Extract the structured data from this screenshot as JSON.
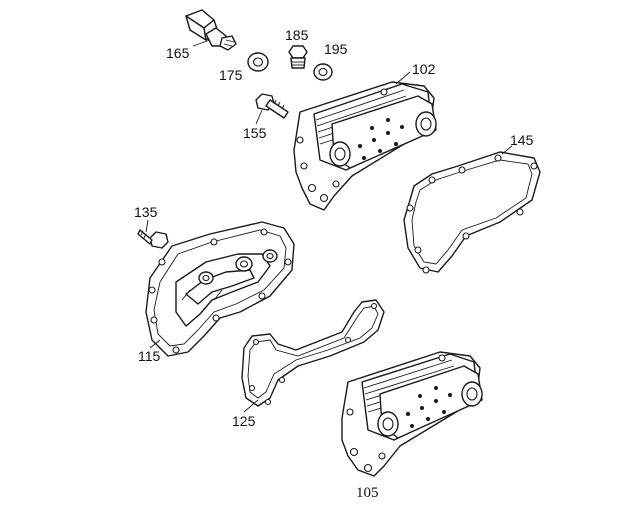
{
  "diagram": {
    "callouts": [
      {
        "id": "165",
        "label": "165"
      },
      {
        "id": "175",
        "label": "175"
      },
      {
        "id": "185",
        "label": "185"
      },
      {
        "id": "195",
        "label": "195"
      },
      {
        "id": "102",
        "label": "102"
      },
      {
        "id": "155",
        "label": "155"
      },
      {
        "id": "145",
        "label": "145"
      },
      {
        "id": "135",
        "label": "135"
      },
      {
        "id": "115",
        "label": "115"
      },
      {
        "id": "125",
        "label": "125"
      },
      {
        "id": "105",
        "label": "105"
      }
    ]
  }
}
